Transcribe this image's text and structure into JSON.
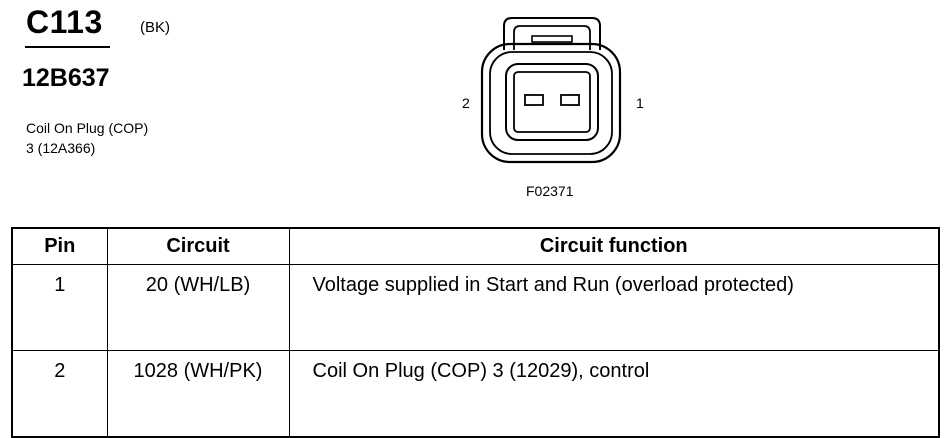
{
  "connector": {
    "id": "C113",
    "color": "(BK)",
    "part_number": "12B637",
    "description_line1": "Coil On Plug (COP)",
    "description_line2": "3 (12A366)"
  },
  "diagram": {
    "pin_left_label": "2",
    "pin_right_label": "1",
    "figure_id": "F02371"
  },
  "table": {
    "headers": [
      "Pin",
      "Circuit",
      "Circuit function"
    ],
    "rows": [
      {
        "pin": "1",
        "circuit": "20 (WH/LB)",
        "function": "Voltage supplied in Start and Run (overload protected)"
      },
      {
        "pin": "2",
        "circuit": "1028 (WH/PK)",
        "function": "Coil On Plug (COP) 3 (12029), control"
      }
    ]
  }
}
